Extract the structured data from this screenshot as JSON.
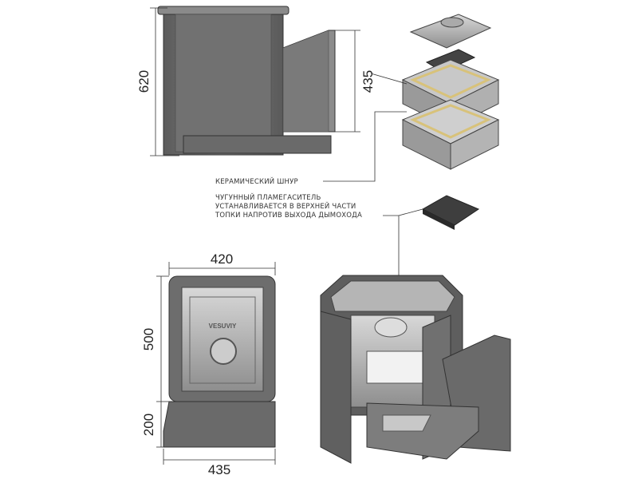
{
  "dimensions": {
    "side_height": "620",
    "side_firebox_height": "435",
    "front_width": "420",
    "front_height": "500",
    "base_height": "200",
    "base_width": "435"
  },
  "labels": {
    "ceramic_cord": "КЕРАМИЧЕСКИЙ ШНУР",
    "flame_arrester_line1": "ЧУГУННЫЙ ПЛАМЕГАСИТЕЛЬ",
    "flame_arrester_line2": "УСТАНАВЛИВАЕТСЯ В ВЕРХНЕЙ ЧАСТИ",
    "flame_arrester_line3": "ТОПКИ НАПРОТИВ ВЫХОДА ДЫМОХОДА"
  },
  "brand_on_door": "VESUVIY",
  "colors": {
    "body": "#6f6f6f",
    "light": "#bdbdbd",
    "cord": "#d8c27a"
  }
}
